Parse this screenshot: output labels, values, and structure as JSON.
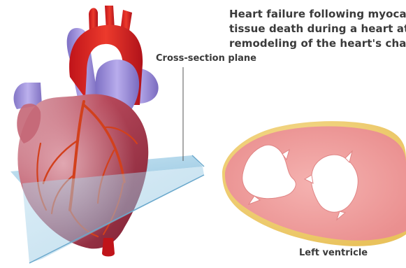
{
  "caption": {
    "lines": [
      "Heart failure following myocardial infarction (MI), or",
      "tissue death during a heart attack, is marked by",
      "remodeling of the heart's chambers"
    ]
  },
  "labels": {
    "cross_section_plane": "Cross-section plane",
    "left_ventricle": "Left ventricle"
  },
  "colors": {
    "heart_muscle": "#b8485a",
    "aorta": "#d4201c",
    "vena_cava": "#9c8fd6",
    "coronary_artery": "#d2401c",
    "plane": "#8cc3e0",
    "myocardium_section": "#f2a6a4",
    "epicardial_fat": "#f3d37a",
    "text": "#3a3a3a"
  }
}
